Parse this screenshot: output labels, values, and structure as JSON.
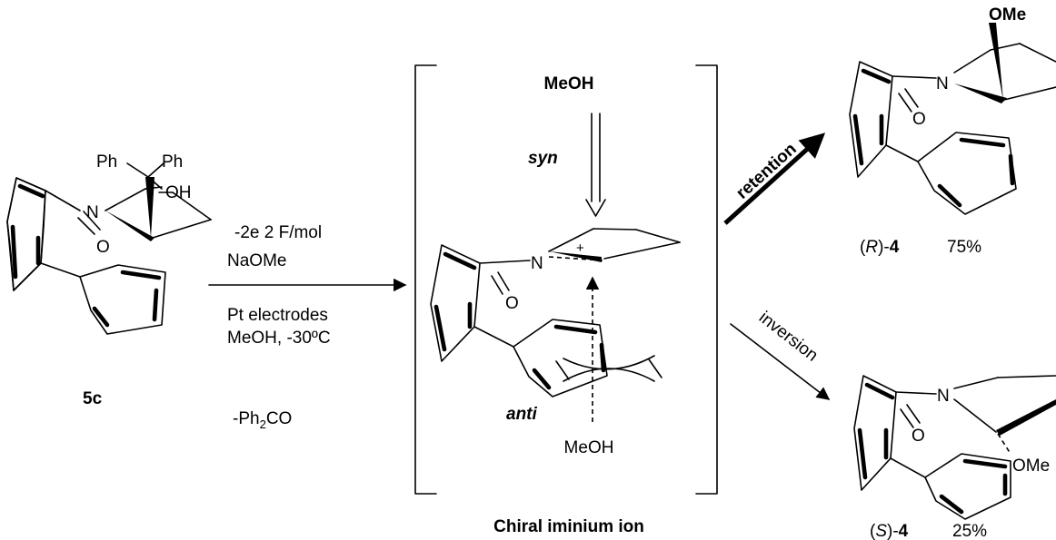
{
  "reactant": {
    "label": "5c",
    "ph1": "Ph",
    "ph2": "Ph",
    "oh": "OH",
    "n": "N",
    "o": "O"
  },
  "conditions": {
    "line1": "-2e   2 F/mol",
    "line2": "NaOMe",
    "line3": "Pt electrodes",
    "line4": "MeOH,  -30ºC",
    "byproduct_prefix": "-Ph",
    "byproduct_sub": "2",
    "byproduct_suffix": "CO"
  },
  "intermediate": {
    "label": "Chiral iminium ion",
    "meoh_top": "MeOH",
    "syn": "syn",
    "anti": "anti",
    "meoh_bottom": "MeOH",
    "n": "N",
    "o": "O",
    "plus": "+"
  },
  "product_r": {
    "ome": "OMe",
    "n": "N",
    "o": "O",
    "stereo": "R",
    "compound": "4",
    "yield": "75%",
    "path_label": "retention"
  },
  "product_s": {
    "ome": "OMe",
    "n": "N",
    "o": "O",
    "stereo": "S",
    "compound": "4",
    "yield": "25%",
    "path_label": "inversion"
  }
}
